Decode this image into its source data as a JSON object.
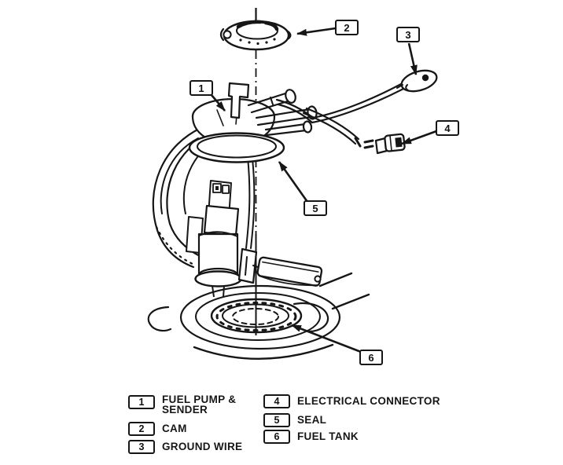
{
  "figure": {
    "subject": "Fuel pump and sender assembly in fuel tank - exploded service illustration",
    "background_color": "#ffffff",
    "line_color": "#161616"
  },
  "callouts": [
    {
      "num": "1",
      "points_to": "fuel pump and sender flange"
    },
    {
      "num": "2",
      "points_to": "cam lock ring"
    },
    {
      "num": "3",
      "points_to": "ground wire ring terminal"
    },
    {
      "num": "4",
      "points_to": "electrical connector plug"
    },
    {
      "num": "5",
      "points_to": "seal ring"
    },
    {
      "num": "6",
      "points_to": "fuel tank opening"
    }
  ],
  "legend": {
    "items": [
      {
        "num": "1",
        "label": "FUEL PUMP &\nSENDER"
      },
      {
        "num": "2",
        "label": "CAM"
      },
      {
        "num": "3",
        "label": "GROUND WIRE"
      },
      {
        "num": "4",
        "label": "ELECTRICAL CONNECTOR"
      },
      {
        "num": "5",
        "label": "SEAL"
      },
      {
        "num": "6",
        "label": "FUEL TANK"
      }
    ]
  }
}
